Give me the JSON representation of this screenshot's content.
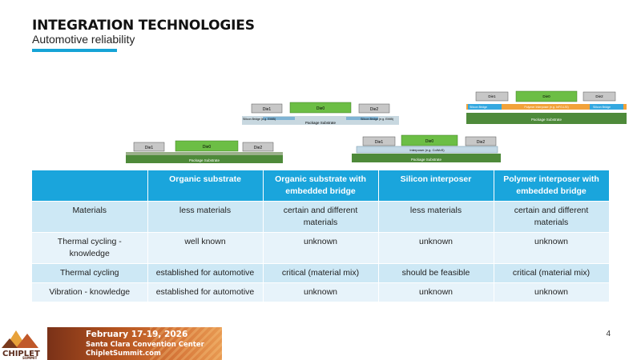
{
  "header": {
    "title": "INTEGRATION TECHNOLOGIES",
    "subtitle": "Automotive reliability"
  },
  "diagrams": {
    "organic": {
      "die_left": "Die1",
      "die_center": "Die0",
      "die_right": "Die2",
      "substrate": "Package Substrate"
    },
    "embedded_bridge": {
      "die_left": "Die1",
      "die_center": "Die0",
      "die_right": "Die2",
      "bridge_left": "Silicon Bridge (e.g. EMIB)",
      "bridge_right": "Silicon Bridge (e.g. EMIB)",
      "substrate": "Package Substrate"
    },
    "silicon_interposer": {
      "die_left": "Die1",
      "die_center": "Die0",
      "die_right": "Die2",
      "interposer": "Interposer (e.g. CoWoS)",
      "substrate": "Package Substrate"
    },
    "polymer_interposer": {
      "die_left": "Die1",
      "die_center": "Die0",
      "die_right": "Die2",
      "bridge_left": "Silicon Bridge",
      "layer": "Polymer Interposer (e.g. InFO-LSI)",
      "bridge_right": "Silicon Bridge",
      "substrate": "Package Substrate"
    }
  },
  "table": {
    "headers": [
      "",
      "Organic substrate",
      "Organic substrate with embedded bridge",
      "Silicon interposer",
      "Polymer interposer with embedded bridge"
    ],
    "rows": [
      [
        "Materials",
        "less materials",
        "certain and different materials",
        "less materials",
        "certain and different materials"
      ],
      [
        "Thermal cycling - knowledge",
        "well known",
        "unknown",
        "unknown",
        "unknown"
      ],
      [
        "Thermal cycling",
        "established for automotive",
        "critical (material mix)",
        "should be feasible",
        "critical (material mix)"
      ],
      [
        "Vibration - knowledge",
        "established for automotive",
        "unknown",
        "unknown",
        "unknown"
      ]
    ]
  },
  "page_number": "4",
  "footer": {
    "line1": "February 17-19, 2026",
    "line2": "Santa Clara Convention Center",
    "line3": "ChipletSummit.com",
    "logo_text": "CHIPLET",
    "logo_sub": "SUMMIT"
  },
  "colors": {
    "accent": "#15a3d6",
    "table_header": "#1aa5dc",
    "row_dark": "#cde8f5",
    "row_light": "#e7f3fa",
    "die_center": "#6cbe45",
    "substrate": "#4e8a3a"
  }
}
